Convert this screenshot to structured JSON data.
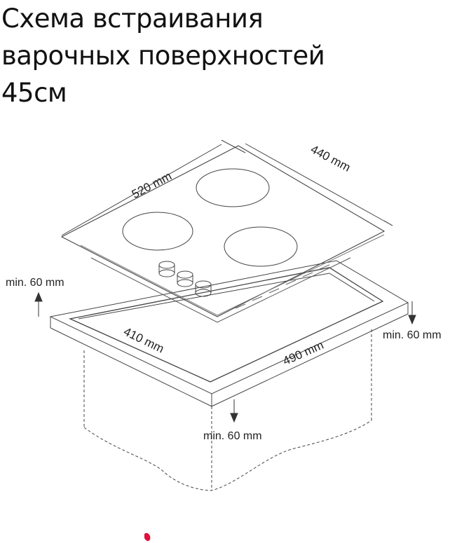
{
  "title": {
    "line1": "Схема встраивания",
    "line2": "варочных поверхностей",
    "line3": "45см"
  },
  "dimensions": {
    "hob_width": "520 mm",
    "hob_depth": "440 mm",
    "cutout_depth": "410 mm",
    "cutout_width": "490 mm",
    "clearance_left": "min. 60 mm",
    "clearance_right": "min. 60 mm",
    "clearance_front": "min. 60 mm"
  },
  "colors": {
    "line": "#444444",
    "text": "#222222",
    "accent_mark": "#e0103c"
  }
}
